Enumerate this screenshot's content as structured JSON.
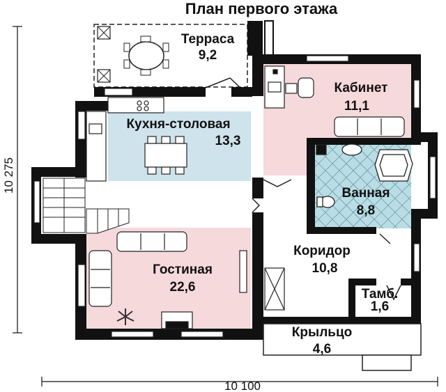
{
  "title": "План первого этажа",
  "colors": {
    "wall": "#111111",
    "kitchen_fill": "#cfe3ec",
    "office_fill": "#f6d9db",
    "living_fill": "#f6d9db",
    "bath_fill": "#b9dde4",
    "bath_tile": "#6e9aa6",
    "line": "#222222"
  },
  "rooms": [
    {
      "id": "terrace",
      "name": "Терраса",
      "area": "9,2"
    },
    {
      "id": "office",
      "name": "Кабинет",
      "area": "11,1"
    },
    {
      "id": "kitchen",
      "name": "Кухня-столовая",
      "area": "13,3"
    },
    {
      "id": "bathroom",
      "name": "Ванная",
      "area": "8,8"
    },
    {
      "id": "corridor",
      "name": "Коридор",
      "area": "10,8"
    },
    {
      "id": "living",
      "name": "Гостиная",
      "area": "22,6"
    },
    {
      "id": "vestibule",
      "name": "Тамб.",
      "area": "1,6"
    },
    {
      "id": "porch",
      "name": "Крыльцо",
      "area": "4,6"
    }
  ],
  "dimensions": {
    "width": "10 100",
    "height": "10 275"
  }
}
